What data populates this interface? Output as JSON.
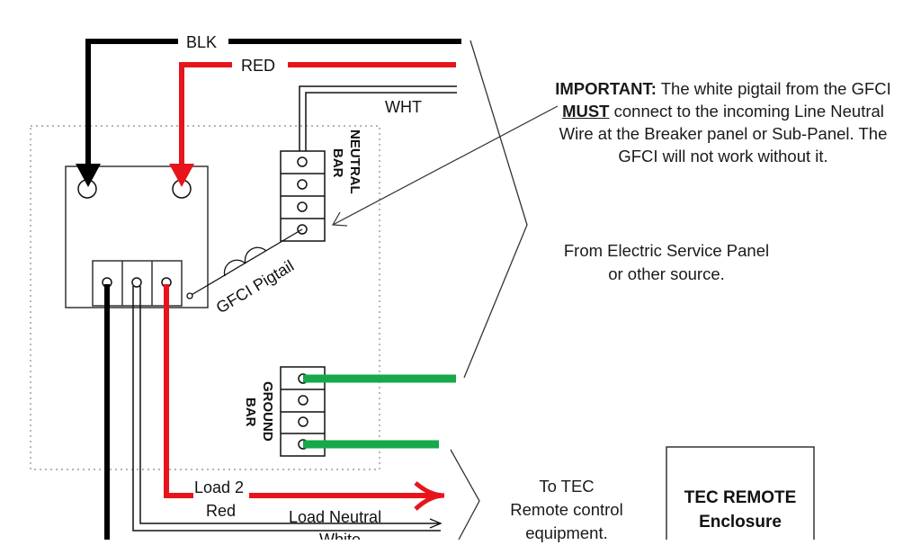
{
  "diagram": {
    "title": "GFCI wiring to TEC Remote enclosure",
    "colors": {
      "black_wire": "#000000",
      "red_wire": "#e8141b",
      "ground_wire": "#16a84a",
      "outline": "#333333",
      "dotted_box": "#888888"
    },
    "wire_labels": {
      "blk": "BLK",
      "red": "RED",
      "wht": "WHT",
      "load2": "Load 2",
      "load2_color": "Red",
      "load_neutral": "Load Neutral",
      "load_neutral_color": "White",
      "pigtail": "GFCI Pigtail"
    },
    "bars": {
      "neutral_line1": "NEUTRAL",
      "neutral_line2": "BAR",
      "ground_line1": "GROUND",
      "ground_line2": "BAR"
    },
    "notes": {
      "important_prefix": "IMPORTANT:",
      "important_part1": " The white pigtail from the GFCI ",
      "important_emphasis": "MUST",
      "important_part2": " connect to the incoming Line Neutral Wire at the Breaker panel or Sub-Panel. The GFCI will not work without it.",
      "source_line1": "From Electric Service Panel",
      "source_line2": "or other source.",
      "tec_line1": "To TEC",
      "tec_line2": "Remote control",
      "tec_line3": "equipment."
    },
    "enclosure": {
      "line1": "TEC REMOTE",
      "line2": "Enclosure"
    }
  }
}
